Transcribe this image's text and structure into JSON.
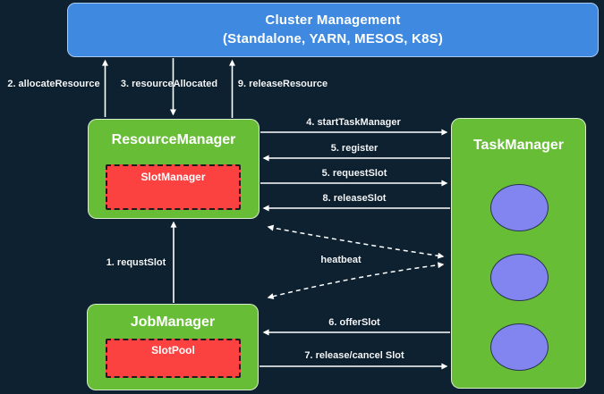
{
  "diagram": {
    "cluster_management": {
      "title": "Cluster Management",
      "subtitle": "(Standalone, YARN, MESOS, K8S)"
    },
    "resource_manager": {
      "title": "ResourceManager",
      "inner_component": "SlotManager"
    },
    "job_manager": {
      "title": "JobManager",
      "inner_component": "SlotPool"
    },
    "task_manager": {
      "title": "TaskManager",
      "slot_count": 3
    },
    "edges": {
      "allocate_resource": "2. allocateResource",
      "resource_allocated": "3. resourceAllocated",
      "release_resource": "9. releaseResource",
      "start_task_manager": "4. startTaskManager",
      "register": "5. register",
      "request_slot": "5. requestSlot",
      "release_slot": "8. releaseSlot",
      "requst_slot": "1. requstSlot",
      "heartbeat": "heatbeat",
      "offer_slot": "6. offerSlot",
      "release_cancel_slot": "7. release/cancel Slot"
    },
    "colors": {
      "background": "#0d2130",
      "cluster_box": "#3f8ae0",
      "manager_box": "#68bd37",
      "slot_box": "#fc4141",
      "task_slot_circle": "#8285f0",
      "arrow": "#ffffff"
    }
  }
}
